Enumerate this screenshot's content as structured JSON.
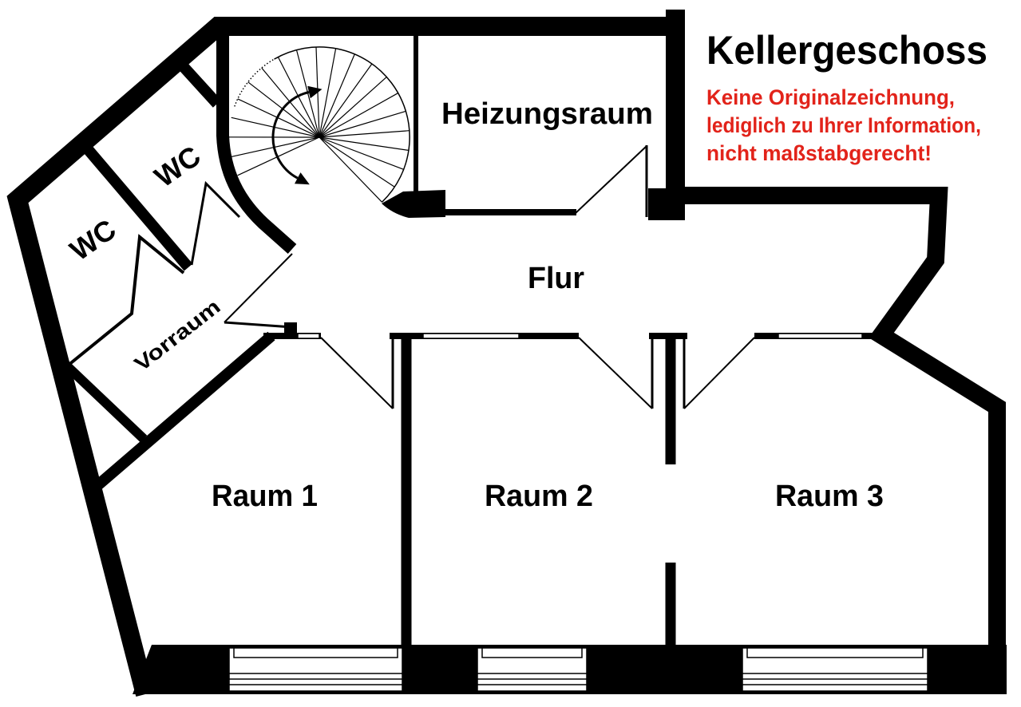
{
  "plan": {
    "title": "Kellergeschoss",
    "notice": {
      "line1": "Keine Originalzeichnung,",
      "line2": "lediglich zu Ihrer Information,",
      "line3": "nicht maßstabgerecht!"
    }
  },
  "rooms": {
    "heizungsraum": "Heizungsraum",
    "wc_upper": "WC",
    "wc_lower": "WC",
    "vorraum": "Vorraum",
    "flur": "Flur",
    "raum1": "Raum 1",
    "raum2": "Raum 2",
    "raum3": "Raum 3"
  },
  "colors": {
    "wall": "#000000",
    "notice": "#e2231a",
    "background": "#ffffff"
  },
  "icons": {
    "staircase": "spiral-staircase-icon",
    "direction": "curved-double-arrow-icon"
  }
}
